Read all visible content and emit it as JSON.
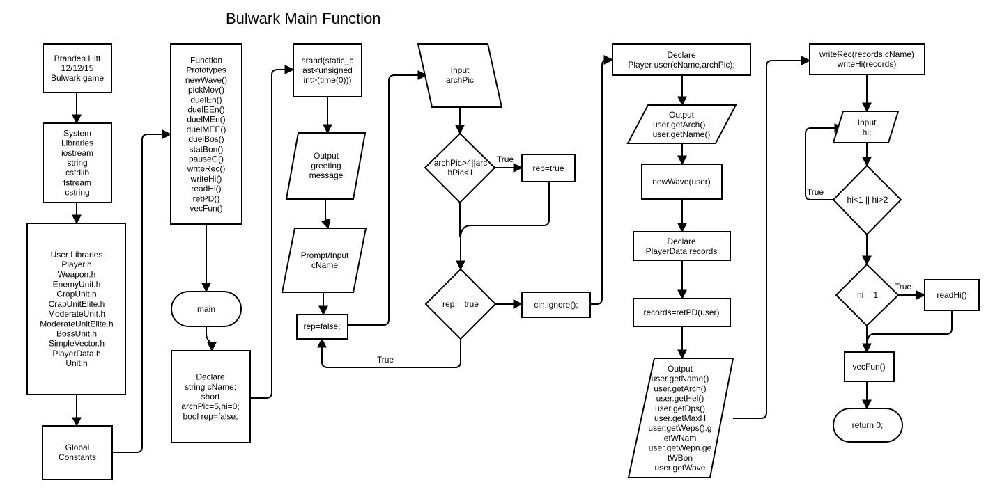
{
  "title": "Bulwark Main Function",
  "nodes": {
    "author": [
      "Branden Hitt",
      "12/12/15",
      "Bulwark game"
    ],
    "system_libraries": [
      "System",
      "Libraries",
      "iostream",
      "string",
      "cstdlib",
      "fstream",
      "cstring"
    ],
    "user_libraries": [
      "User Libraries",
      "Player.h",
      "Weapon.h",
      "EnemyUnit.h",
      "CrapUnit.h",
      "CrapUnitElite.h",
      "ModerateUnit.h",
      "ModerateUnitElite.h",
      "BossUnit.h",
      "SimpleVector.h",
      "PlayerData.h",
      "Unit.h"
    ],
    "global_constants": [
      "Global",
      "Constants"
    ],
    "function_prototypes": [
      "Function",
      "Prototypes",
      "newWave()",
      "pickMov()",
      "duelEn()",
      "duelEEn()",
      "duelMEn()",
      "duelMEE()",
      "duelBos()",
      "statBon()",
      "pauseG()",
      "writeRec()",
      "writeHi()",
      "readHi()",
      "retPD()",
      "vecFun()"
    ],
    "main": [
      "main"
    ],
    "declare_vars": [
      "Declare",
      "string cName;",
      "short",
      "archPic=5,hi=0;",
      "bool rep=false;"
    ],
    "srand": [
      "srand(static_c",
      "ast<unsigned",
      "int>(time(0)))"
    ],
    "output_greeting": [
      "Output",
      "greeting",
      "message"
    ],
    "prompt_cname": [
      "Prompt/Input",
      "cName"
    ],
    "rep_false": [
      "rep=false;"
    ],
    "input_archpic": [
      "Input",
      "archPic"
    ],
    "archpic_check": [
      "archPic>4||arc",
      "hPic<1"
    ],
    "rep_true": [
      "rep=true"
    ],
    "rep_check": [
      "rep==true"
    ],
    "cin_ignore": [
      "cin.ignore();"
    ],
    "declare_player": [
      "Declare",
      "Player user(cName,archPic);"
    ],
    "output_arch_name": [
      "Output",
      "user.getArch() ,",
      "user.getName()"
    ],
    "new_wave": [
      "newWave(user)"
    ],
    "declare_records": [
      "Declare",
      "PlayerData records"
    ],
    "records_retpd": [
      "records=retPD(user)"
    ],
    "output_stats": [
      "Output",
      "user.getName()",
      "user.getArch()",
      "user.getHel()",
      "user.getDps()",
      "user.getMaxH",
      "user.getWeps().g",
      "etWNam",
      "user.getWepn.ge",
      "tWBon",
      "user.getWave"
    ],
    "write_records": [
      "writeRec(records,cName)",
      "writeHi(records)"
    ],
    "input_hi": [
      "Input",
      "hi;"
    ],
    "hi_range_check": [
      "hi<1 || hi>2"
    ],
    "hi_eq_check": [
      "hi==1"
    ],
    "read_hi": [
      "readHi()"
    ],
    "vec_fun": [
      "vecFun()"
    ],
    "return_zero": [
      "return 0;"
    ]
  },
  "edge_labels": {
    "archpic_true": "True",
    "rep_loop_true": "True",
    "hi_range_true": "True",
    "hi_eq_true": "True"
  }
}
